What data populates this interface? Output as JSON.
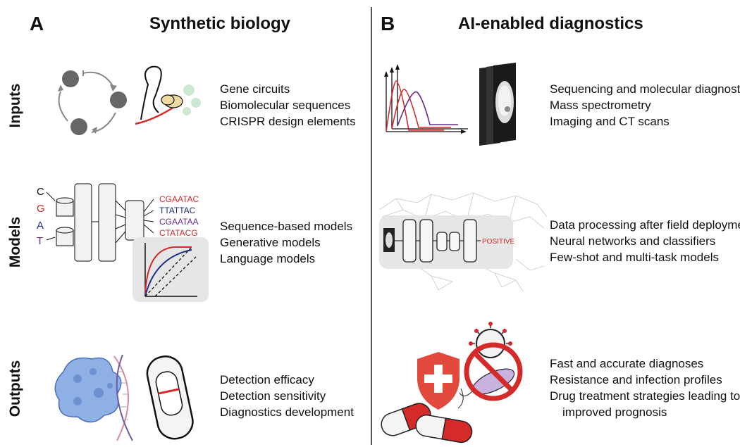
{
  "panels": {
    "a": {
      "letter": "A",
      "title": "Synthetic biology"
    },
    "b": {
      "letter": "B",
      "title": "AI-enabled diagnostics"
    }
  },
  "rows": [
    "Inputs",
    "Models",
    "Outputs"
  ],
  "synthetic_biology": {
    "inputs": [
      "Gene circuits",
      "Biomolecular sequences",
      "CRISPR design elements"
    ],
    "models": [
      "Sequence-based models",
      "Generative models",
      "Language models"
    ],
    "outputs": [
      "Detection efficacy",
      "Detection sensitivity",
      "Diagnostics development"
    ],
    "bases": [
      "C",
      "G",
      "A",
      "T"
    ],
    "sequences": [
      "CGAATAC",
      "TTATTAC",
      "CGAATAA",
      "CTATACG"
    ]
  },
  "ai_diagnostics": {
    "inputs": [
      "Sequencing and molecular diagnostics",
      "Mass spectrometry",
      "Imaging and CT scans"
    ],
    "models": [
      "Data processing after field deployment",
      "Neural networks and classifiers",
      "Few-shot and multi-task models"
    ],
    "outputs": [
      "Fast and accurate diagnoses",
      "Resistance and infection profiles",
      "Drug treatment strategies leading to",
      "improved prognosis"
    ],
    "network_label": "POSITIVE"
  },
  "colors": {
    "red": "#d42a2a",
    "blue": "#1f2f8a",
    "purple": "#6a2a8a",
    "gray": "#666666",
    "light_panel": "#e6e6e6"
  }
}
